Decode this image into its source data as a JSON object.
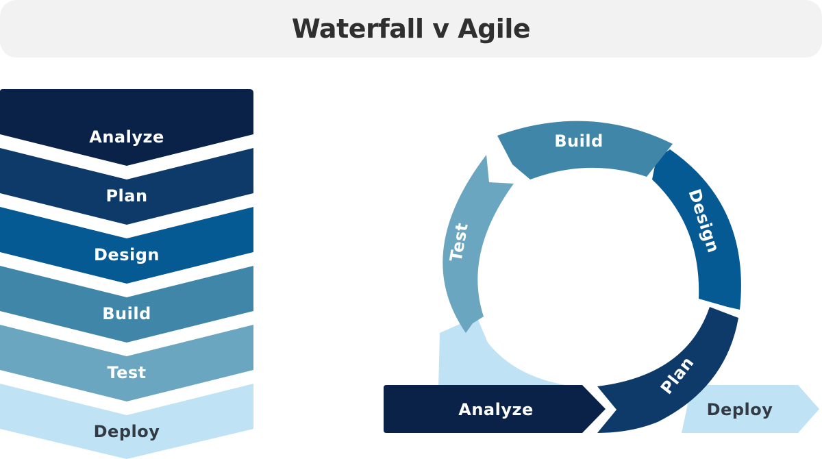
{
  "title": "Waterfall v Agile",
  "colors": {
    "analyze": "#0a2148",
    "plan": "#0d3a68",
    "design": "#065a94",
    "build": "#3f86a8",
    "test": "#6aa6c0",
    "deploy": "#bfe2f4",
    "text_light": "#ffffff",
    "text_dark": "#333a44",
    "title_bg": "#f2f2f2"
  },
  "waterfall": {
    "steps": [
      "Analyze",
      "Plan",
      "Design",
      "Build",
      "Test",
      "Deploy"
    ]
  },
  "agile": {
    "analyze": "Analyze",
    "plan": "Plan",
    "design": "Design",
    "build": "Build",
    "test": "Test",
    "deploy": "Deploy"
  }
}
